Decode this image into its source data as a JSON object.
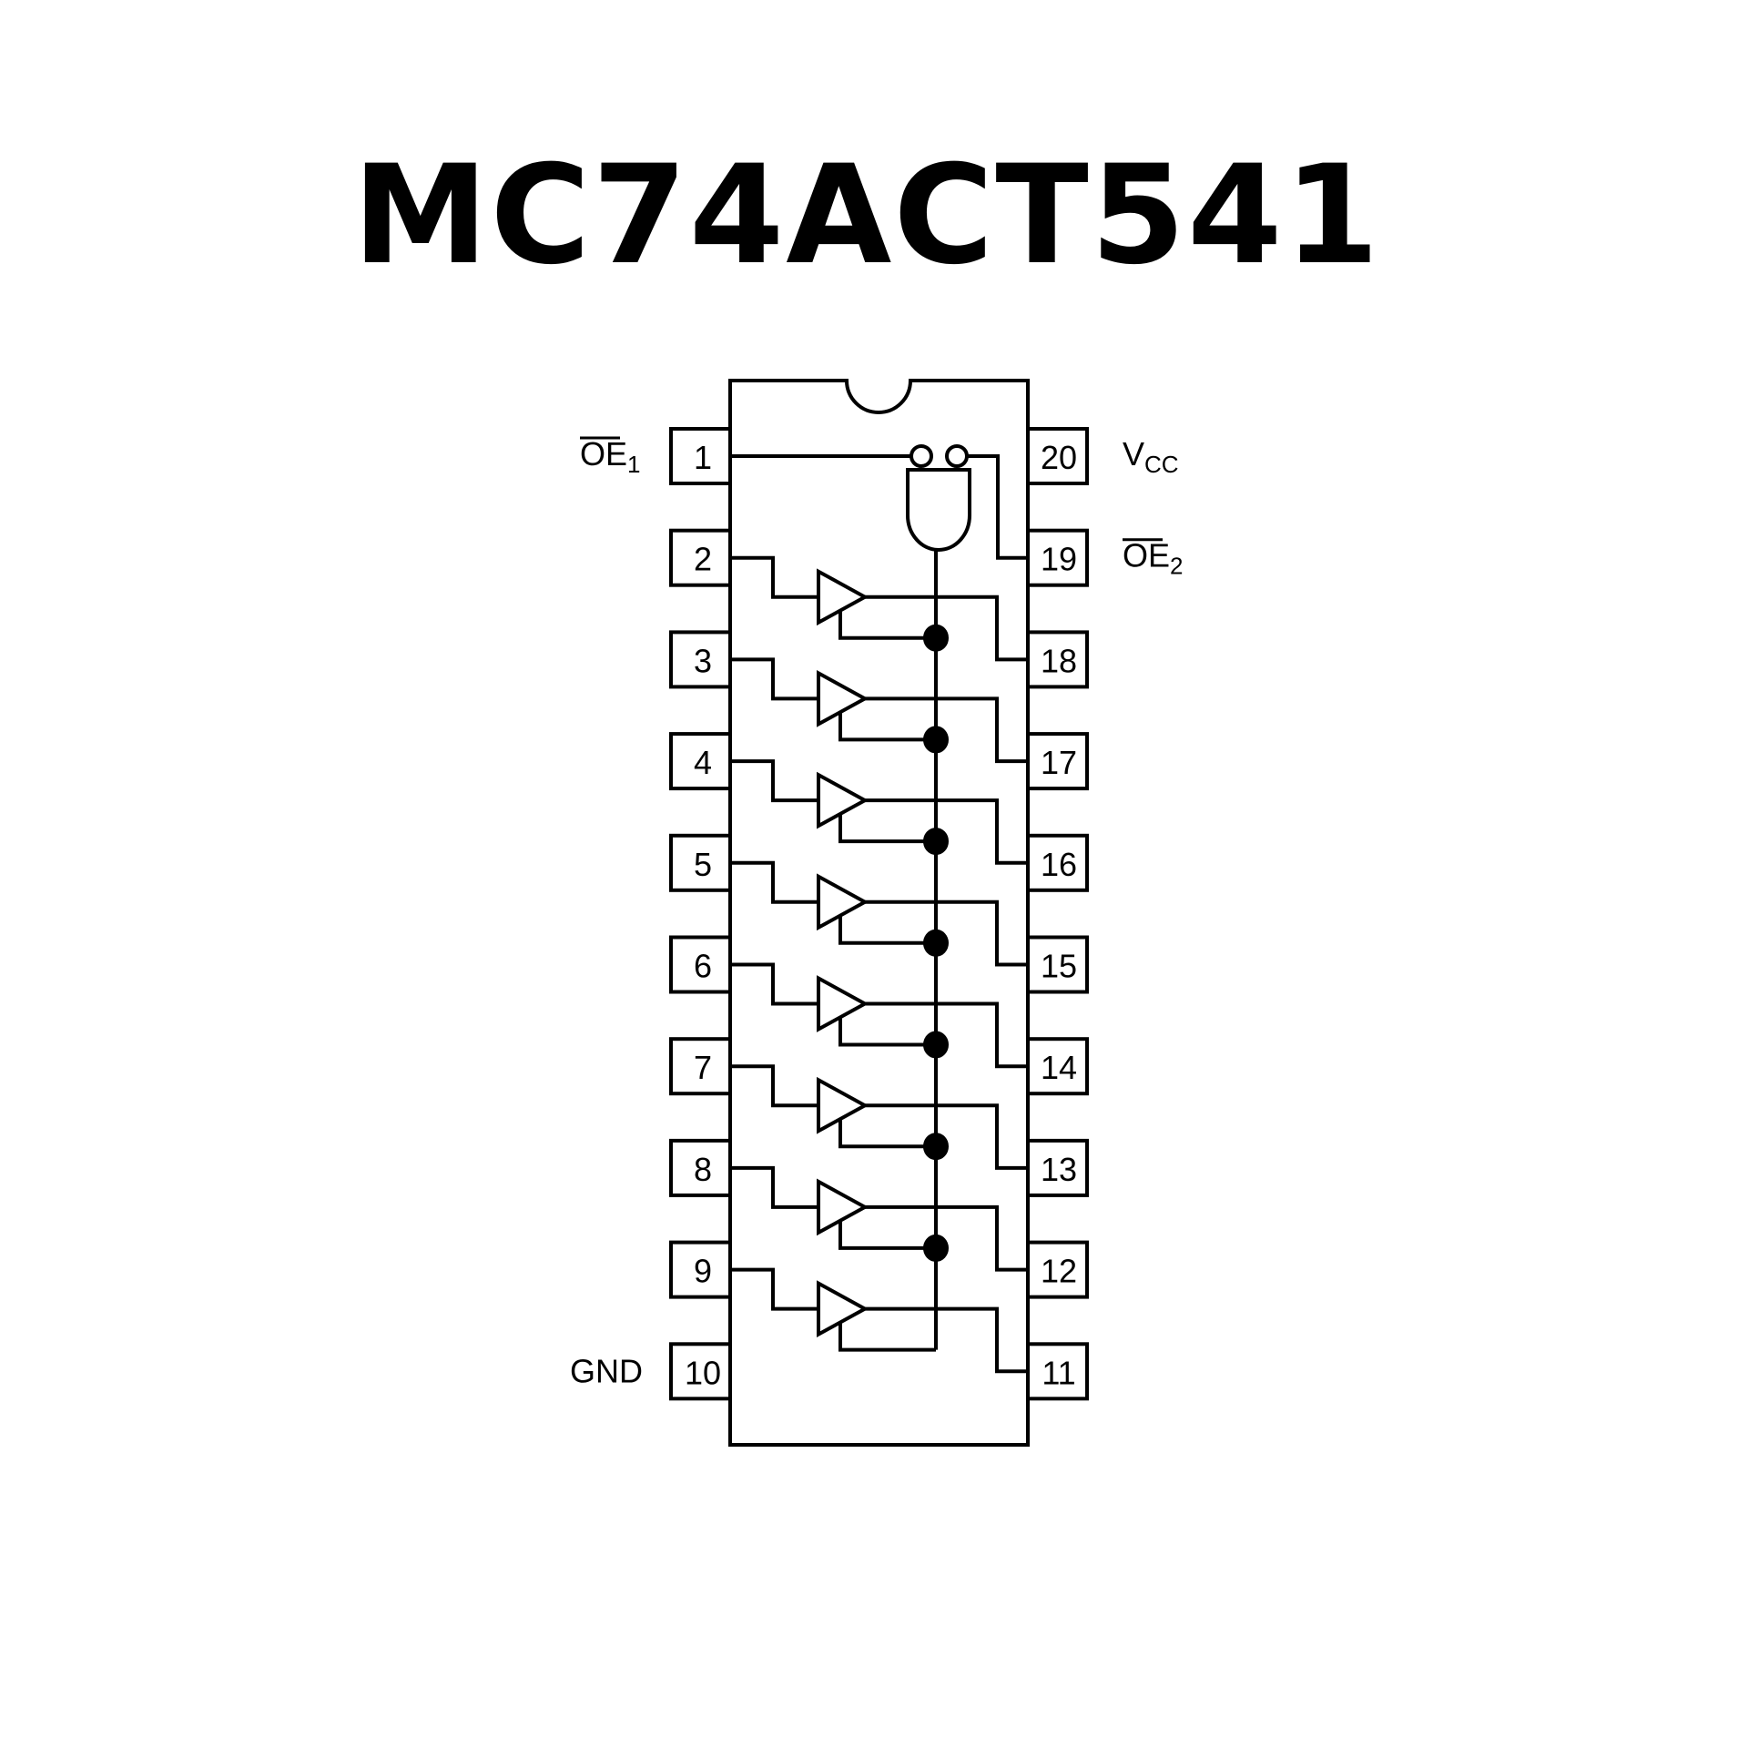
{
  "title": "MC74ACT541",
  "pins_left": [
    "1",
    "2",
    "3",
    "4",
    "5",
    "6",
    "7",
    "8",
    "9",
    "10"
  ],
  "pins_right": [
    "20",
    "19",
    "18",
    "17",
    "16",
    "15",
    "14",
    "13",
    "12",
    "11"
  ],
  "signals": {
    "oe1": {
      "main": "OE",
      "sub": "1"
    },
    "oe2": {
      "main": "OE",
      "sub": "2"
    },
    "vcc": {
      "main": "V",
      "sub": "CC"
    },
    "gnd": "GND"
  }
}
